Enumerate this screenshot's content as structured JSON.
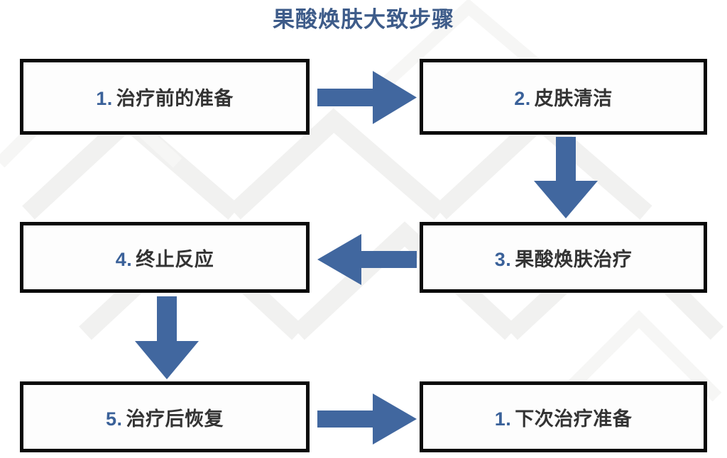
{
  "title": "果酸焕肤大致步骤",
  "colors": {
    "title": "#3e5c8a",
    "arrow": "#41679f",
    "number": "#3a6199",
    "text": "#333333",
    "border": "#0a0a0a",
    "background": "#ffffff"
  },
  "steps": [
    {
      "id": "step-1",
      "number": "1.",
      "label": "治疗前的准备"
    },
    {
      "id": "step-2",
      "number": "2.",
      "label": "皮肤清洁"
    },
    {
      "id": "step-3",
      "number": "3.",
      "label": "果酸焕肤治疗"
    },
    {
      "id": "step-4",
      "number": "4.",
      "label": "终止反应"
    },
    {
      "id": "step-5",
      "number": "5.",
      "label": "治疗后恢复"
    },
    {
      "id": "step-6",
      "number": "1.",
      "label": "下次治疗准备"
    }
  ],
  "arrows": [
    {
      "id": "arrow-1",
      "direction": "right",
      "from": "step-1",
      "to": "step-2"
    },
    {
      "id": "arrow-2",
      "direction": "down",
      "from": "step-2",
      "to": "step-3"
    },
    {
      "id": "arrow-3",
      "direction": "left",
      "from": "step-3",
      "to": "step-4"
    },
    {
      "id": "arrow-4",
      "direction": "down",
      "from": "step-4",
      "to": "step-5"
    },
    {
      "id": "arrow-5",
      "direction": "right",
      "from": "step-5",
      "to": "step-6"
    }
  ]
}
